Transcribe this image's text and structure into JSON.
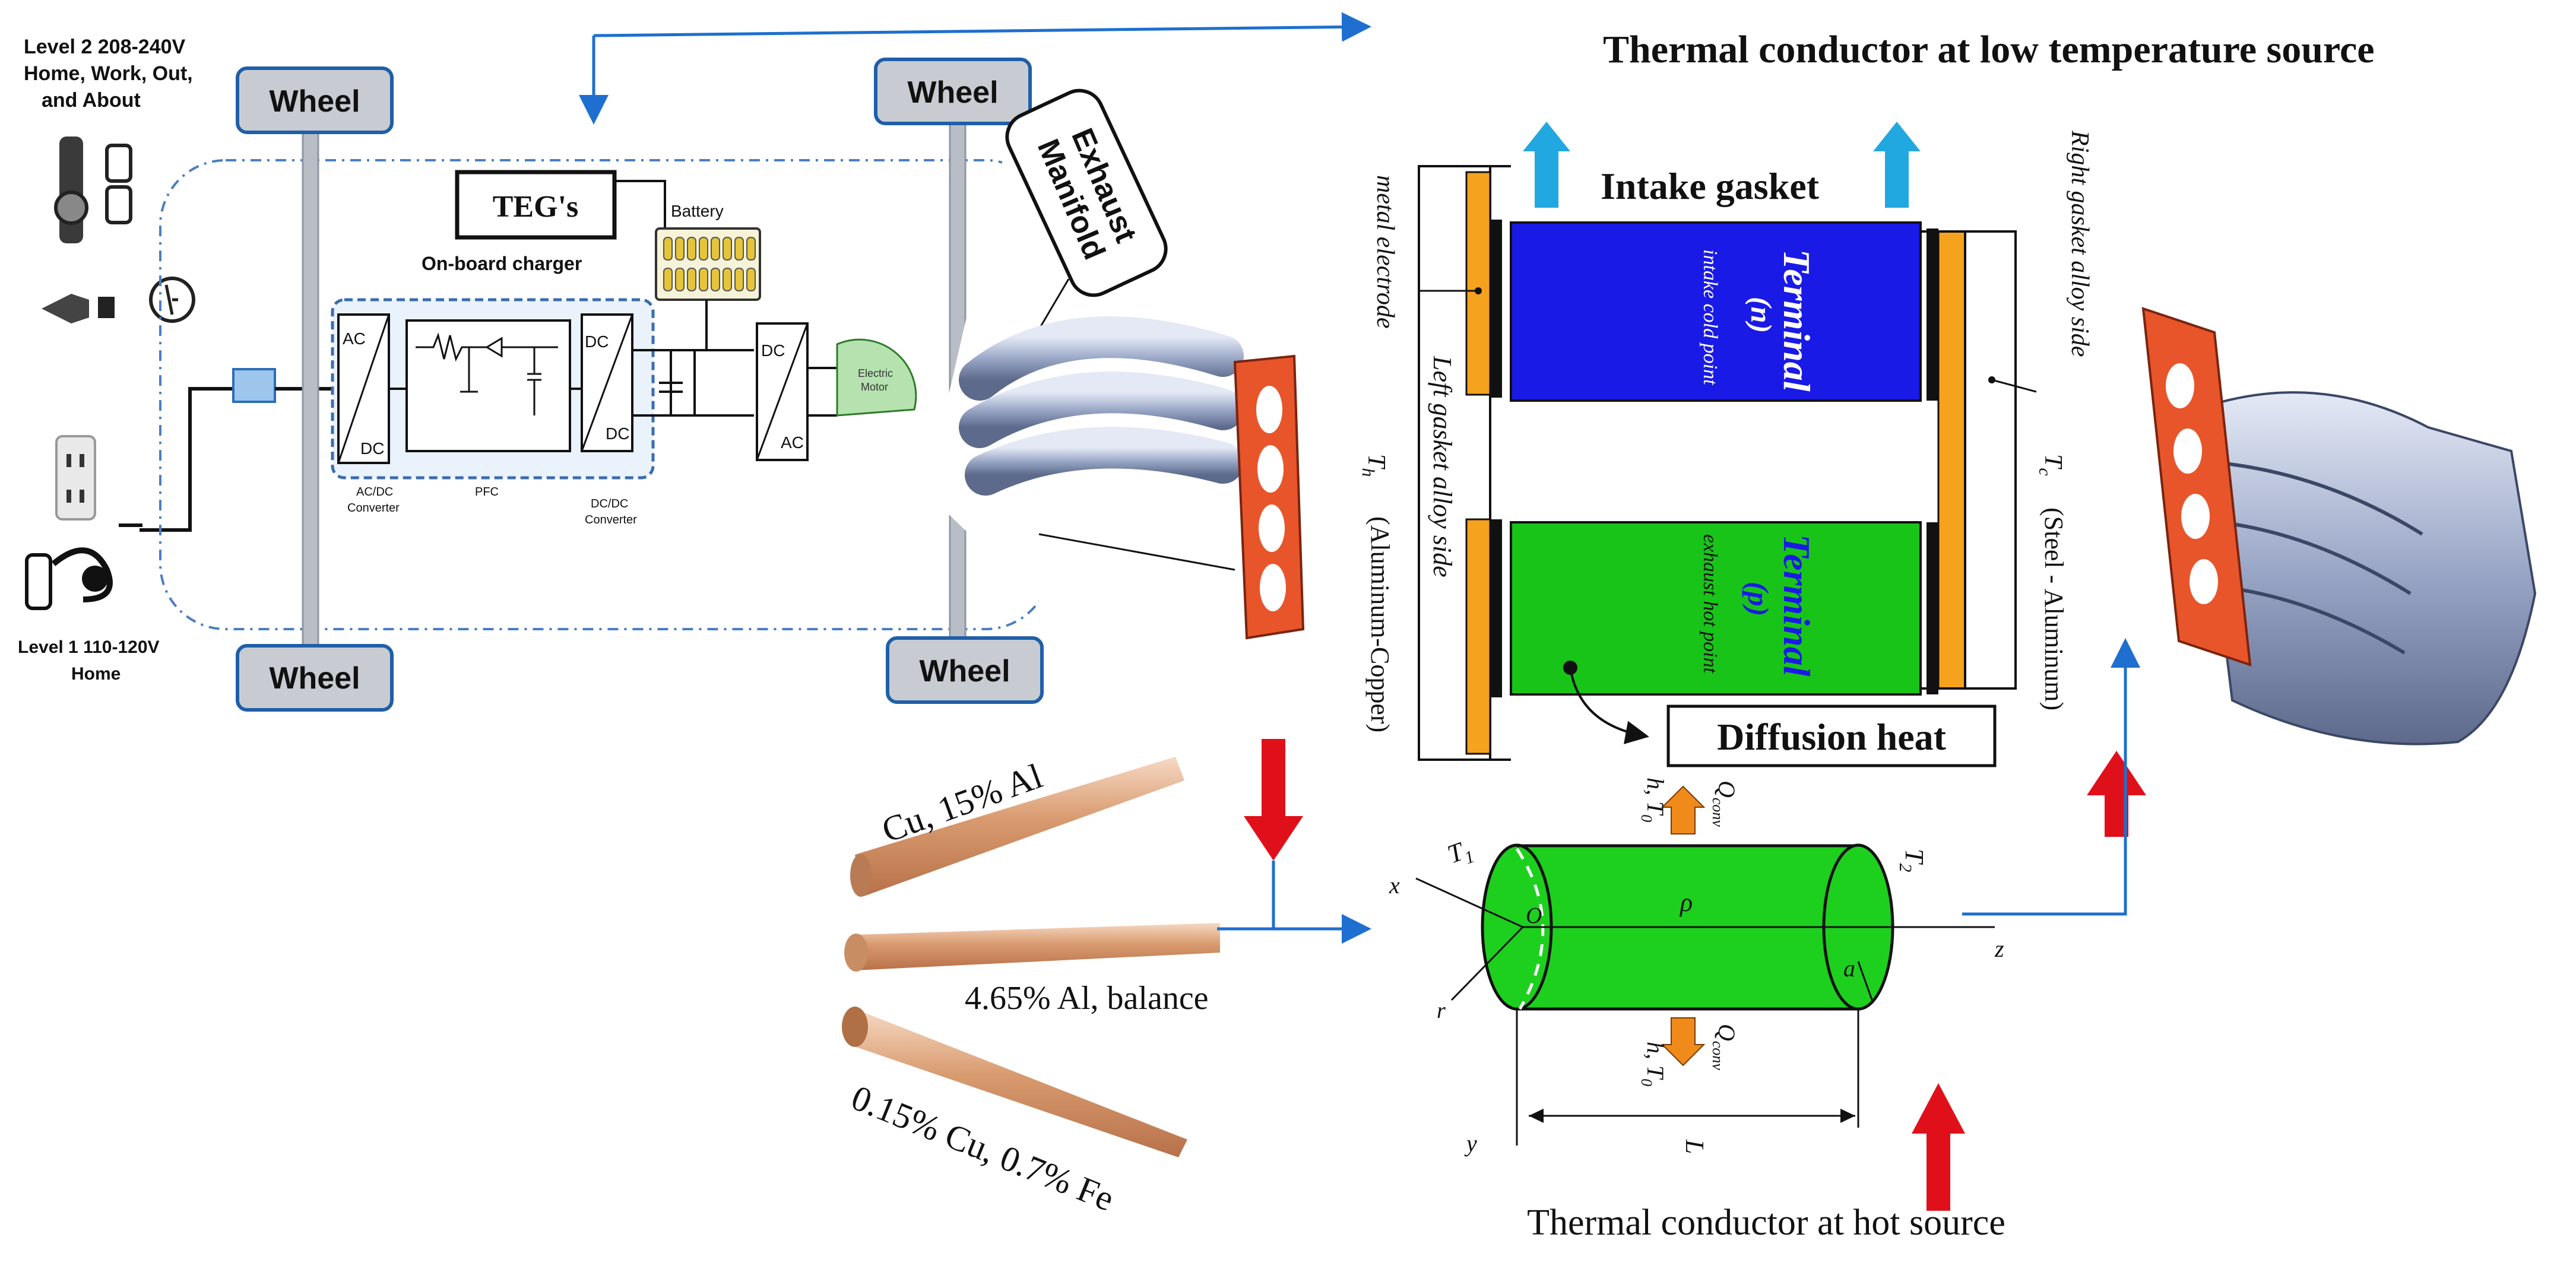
{
  "charging": {
    "level2": [
      "Level 2  208-240V",
      "Home, Work, Out,",
      "and About"
    ],
    "level1": [
      "Level 1  110-120V",
      "Home"
    ]
  },
  "vehicle": {
    "wheel_label": "Wheel",
    "teg_label": "TEG's",
    "onboard_charger_label": "On-board charger",
    "battery_label": "Battery",
    "acdc_top": "AC",
    "acdc_bottom": "DC",
    "dcdc_top": "DC",
    "dcdc_bottom": "DC",
    "dcac_top": "DC",
    "dcac_bottom": "AC",
    "acdc_converter_label": [
      "AC/DC",
      "Converter"
    ],
    "pfc_label": "PFC",
    "dcdc_converter_label": [
      "DC/DC",
      "Converter"
    ],
    "motor_label": [
      "Electric",
      "Motor"
    ],
    "exhaust_label": [
      "Exhaust",
      "Manifold"
    ]
  },
  "teg_module": {
    "title": "Thermal conductor at low temperature source",
    "intake_gasket": "Intake gasket",
    "metal_electrode": "metal electrode",
    "left_gasket": "Left gasket alloy side",
    "left_gasket_material": "(Aluminum-Copper)",
    "th_label": "T",
    "th_sub": "h",
    "tc_label": "T",
    "tc_sub": "c",
    "right_gasket": "Right gasket alloy side",
    "right_gasket_material": "(Steel - Aluminum)",
    "n_terminal": [
      "(n)",
      "Terminal"
    ],
    "n_point": "intake cold point",
    "p_terminal": [
      "(p)",
      "Terminal"
    ],
    "p_point": "exhaust hot point",
    "diffusion_heat": "Diffusion heat"
  },
  "alloys": {
    "label_top": "Cu, 15% Al",
    "label_mid": "4.65% Al, balance",
    "label_bottom": "0.15% Cu, 0.7% Fe"
  },
  "cylinder": {
    "q_top": "Q",
    "q_top_sub": "conv",
    "h_top": "h, T",
    "h_top_sub": "0",
    "q_bottom": "Q",
    "q_bottom_sub": "conv",
    "h_bottom": "h, T",
    "h_bottom_sub": "0",
    "t1": "T",
    "t1_sub": "1",
    "t2": "T",
    "t2_sub": "2",
    "x_axis": "x",
    "y_axis": "y",
    "z_axis": "z",
    "r_label": "r",
    "o_label": "O",
    "rho_label": "ρ",
    "a_label": "a",
    "l_label": "L",
    "caption": "Thermal conductor at hot source"
  },
  "colors": {
    "arrow_blue": "#1e6fcf",
    "cyan_arrow": "#22a8e0",
    "red_arrow": "#e0101a",
    "n_block": "#1a1ae6",
    "p_block": "#19c419",
    "gasket_orange": "#f5a21e",
    "wheel_fill": "#c8ccd2",
    "wheel_border": "#1f5fa8",
    "cylinder_green": "#1ed01e",
    "manifold_red": "#e8552a",
    "manifold_steel": "#9aa7c7"
  }
}
